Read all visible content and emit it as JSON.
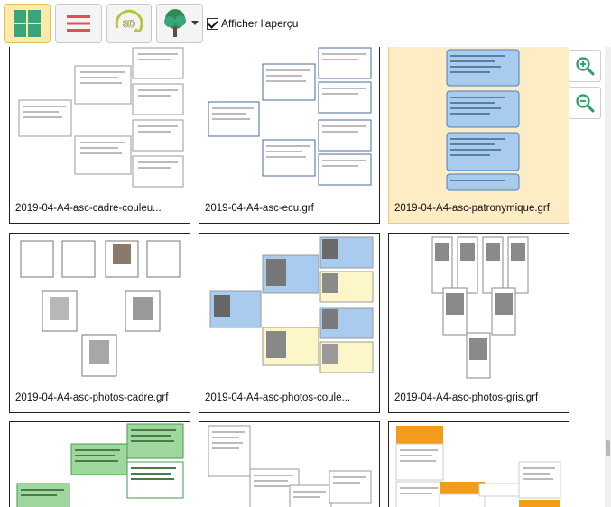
{
  "toolbar": {
    "show_preview_label": "Afficher l'aperçu",
    "show_preview_checked": true,
    "icons": [
      "grid-view-icon",
      "list-view-icon",
      "3d-icon",
      "tree-icon",
      "dropdown-arrow-icon"
    ]
  },
  "zoom": {
    "icons": [
      "zoom-in-icon",
      "zoom-out-icon"
    ]
  },
  "colors": {
    "accent": "#fde9a8",
    "selected": "#fdecc4",
    "grid_green": "#3aa57a",
    "list_red": "#d9534f"
  },
  "tiles": [
    {
      "label": "2019-04-A4-asc-cadre-couleu...",
      "selected": false
    },
    {
      "label": "2019-04-A4-asc-ecu.grf",
      "selected": false
    },
    {
      "label": "2019-04-A4-asc-patronymique.grf",
      "selected": true
    },
    {
      "label": "2019-04-A4-asc-photos-cadre.grf",
      "selected": false
    },
    {
      "label": "2019-04-A4-asc-photos-coule...",
      "selected": false
    },
    {
      "label": "2019-04-A4-asc-photos-gris.grf",
      "selected": false
    },
    {
      "label": "",
      "selected": false
    },
    {
      "label": "",
      "selected": false
    },
    {
      "label": "",
      "selected": false
    }
  ]
}
